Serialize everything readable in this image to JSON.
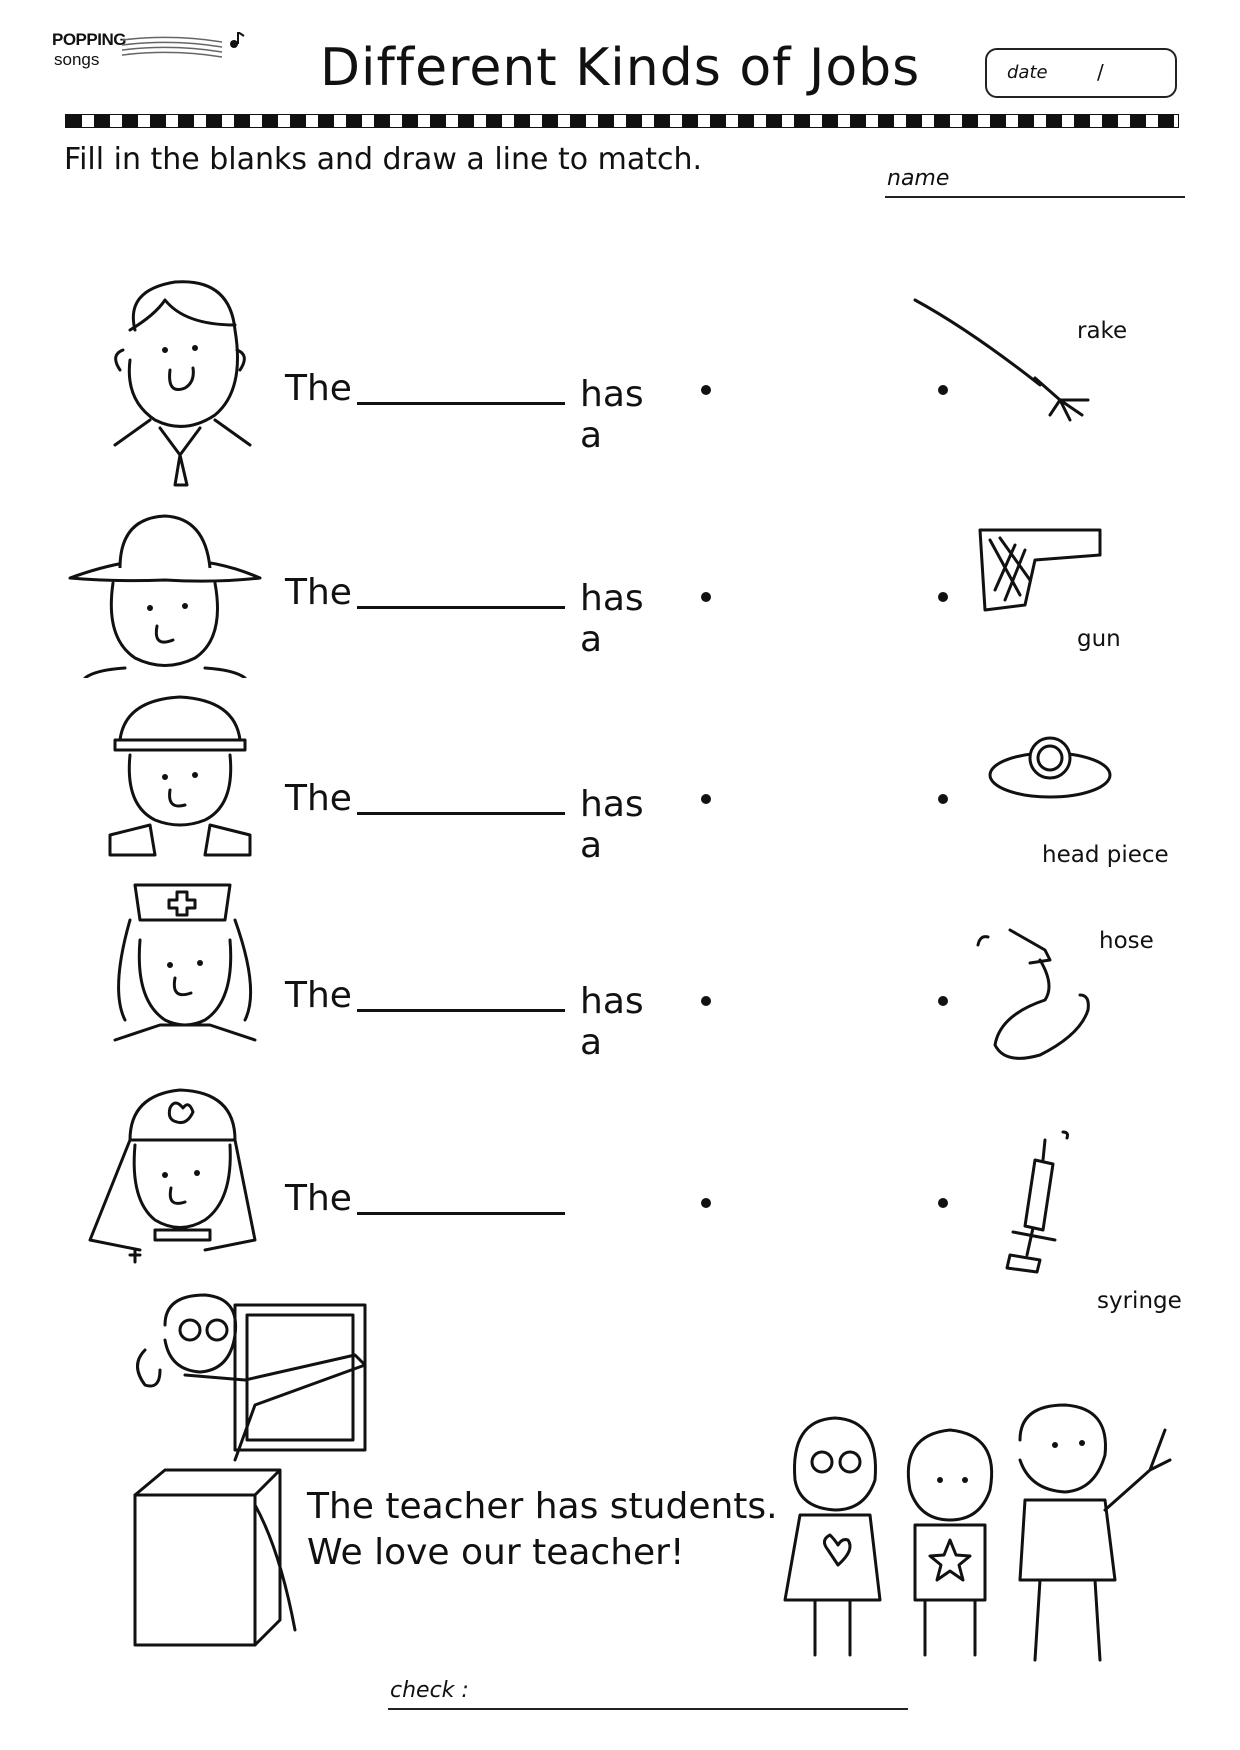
{
  "header": {
    "logo_top": "POPPING",
    "logo_bottom": "songs",
    "title": "Different Kinds of Jobs",
    "date_label": "date",
    "date_separator": "/"
  },
  "instructions": "Fill in the blanks and draw a line to match.",
  "name_label": "name",
  "rows": [
    {
      "the": "The",
      "has": "has a"
    },
    {
      "the": "The",
      "has": "has a"
    },
    {
      "the": "The",
      "has": "has a"
    },
    {
      "the": "The",
      "has": "has a"
    },
    {
      "the": "The",
      "has": ""
    }
  ],
  "tools": [
    "rake",
    "gun",
    "head piece",
    "hose",
    "syringe"
  ],
  "closing": {
    "line1": "The teacher has students.",
    "line2": "We love our teacher!"
  },
  "check_label": "check :"
}
